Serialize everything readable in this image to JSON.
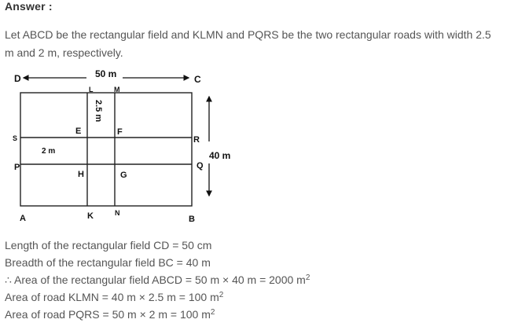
{
  "heading": "Answer :",
  "intro": "Let ABCD be the rectangular field and KLMN and PQRS be the two rectangular roads with width 2.5 m and 2 m, respectively.",
  "diagram": {
    "labels": {
      "D": "D",
      "C": "C",
      "A": "A",
      "B": "B",
      "L": "L",
      "M": "M",
      "K": "K",
      "N": "N",
      "S": "S",
      "R": "R",
      "P": "P",
      "Q": "Q",
      "E": "E",
      "F": "F",
      "H": "H",
      "G": "G"
    },
    "length_label": "50 m",
    "breadth_label": "40 m",
    "road_klmn_width_label": "2.5 m",
    "road_pqrs_width_label": "2 m"
  },
  "lines": [
    {
      "text": "Length of the rectangular field CD = 50 cm",
      "sup": ""
    },
    {
      "text": "Breadth of the rectangular field BC = 40 m",
      "sup": ""
    },
    {
      "text": "∴ Area of the rectangular field ABCD = 50 m × 40 m = 2000 m",
      "sup": "2"
    },
    {
      "text": "Area of road KLMN = 40 m × 2.5 m = 100 m",
      "sup": "2"
    },
    {
      "text": "Area of road PQRS = 50 m × 2 m = 100 m",
      "sup": "2"
    }
  ]
}
